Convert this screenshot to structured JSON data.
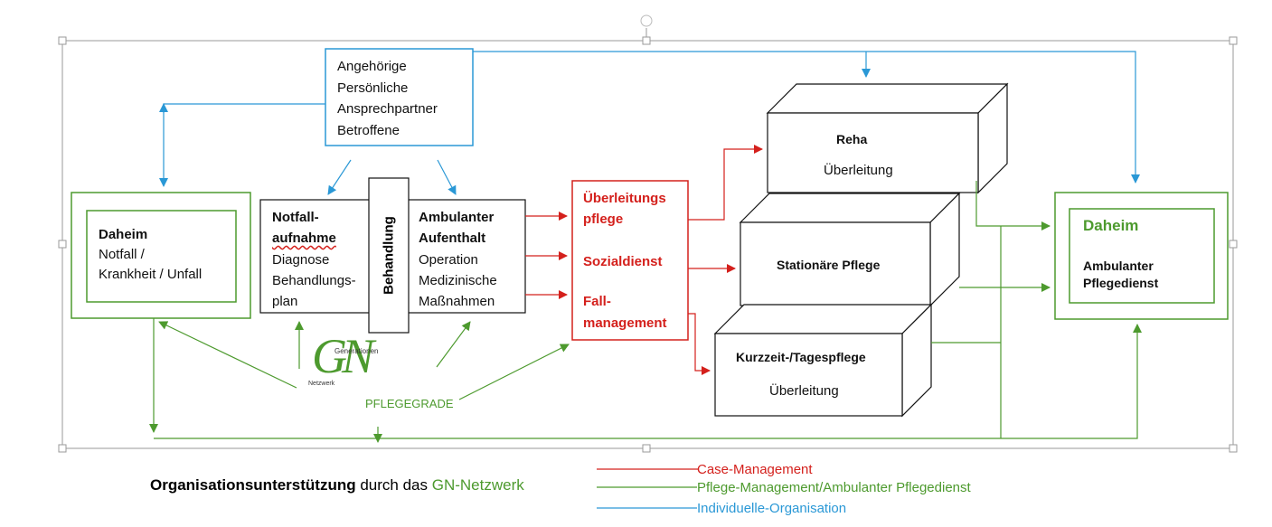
{
  "colors": {
    "red": "#d4201c",
    "green": "#4d9a2e",
    "blue": "#2a98d6",
    "black": "#111111"
  },
  "angehoerige": {
    "line1": "Angehörige",
    "line2": "Persönliche",
    "line3": "Ansprechpartner",
    "line4": "Betroffene"
  },
  "daheim_left": {
    "title": "Daheim",
    "line1": "Notfall /",
    "line2": "Krankheit / Unfall"
  },
  "notfall": {
    "title1": "Notfall-",
    "title2": "aufnahme",
    "line1": "Diagnose",
    "line2": "Behandlungs-",
    "line3": "plan"
  },
  "behandlung": "Behandlung",
  "ambulant": {
    "title1": "Ambulanter",
    "title2": "Aufenthalt",
    "line1": "Operation",
    "line2": "Medizinische",
    "line3": "Maßnahmen"
  },
  "case_box": {
    "item1a": "Überleitungs",
    "item1b": "pflege",
    "item2": "Sozialdienst",
    "item3a": "Fall-",
    "item3b": "management"
  },
  "reha": {
    "title": "Reha",
    "sub": "Überleitung"
  },
  "stationaer": {
    "title": "Stationäre Pflege"
  },
  "kurzzeit": {
    "title": "Kurzzeit-/Tagespflege",
    "sub": "Überleitung"
  },
  "daheim_right": {
    "title": "Daheim",
    "line1": "Ambulanter",
    "line2": "Pflegedienst"
  },
  "logo": {
    "letters": "GN",
    "top": "Generationen",
    "bottom": "Netzwerk"
  },
  "pflegegrade": "PFLEGEGRADE",
  "footer": {
    "bold": "Organisationsunterstützung",
    "middle": " durch das ",
    "green": "GN-Netzwerk"
  },
  "legend": [
    {
      "label": "Case-Management",
      "color": "#d4201c"
    },
    {
      "label": "Pflege-Management/Ambulanter Pflegedienst",
      "color": "#4d9a2e"
    },
    {
      "label": "Individuelle-Organisation",
      "color": "#2a98d6"
    }
  ]
}
